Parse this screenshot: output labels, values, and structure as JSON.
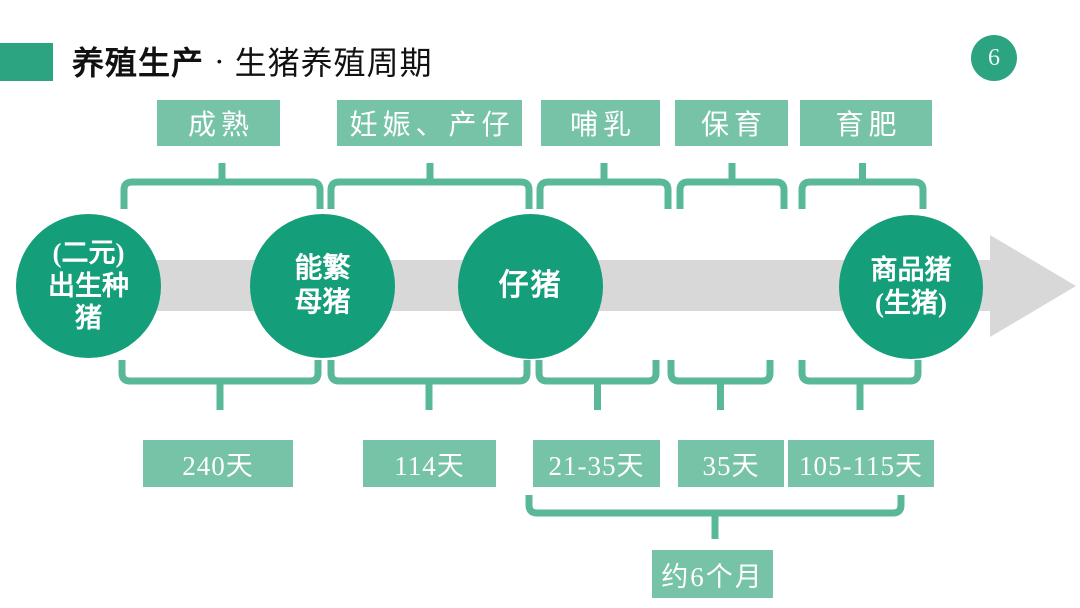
{
  "slide": {
    "page_number": "6",
    "title": {
      "section": "养殖生产",
      "separator": "·",
      "subtitle": "生猪养殖周期"
    }
  },
  "colors": {
    "node_green": "#149e79",
    "label_green": "#76c3a7",
    "brace_green": "#58b897",
    "accent_green": "#2ca381",
    "arrow_gray": "#d8d8d8",
    "text_on_green": "#ffffff",
    "title_text": "#111111"
  },
  "timeline": {
    "stages": [
      {
        "label": "成熟",
        "duration": "240天"
      },
      {
        "label": "妊娠、产仔",
        "duration": "114天"
      },
      {
        "label": "哺乳",
        "duration": "21-35天"
      },
      {
        "label": "保育",
        "duration": "35天"
      },
      {
        "label": "育肥",
        "duration": "105-115天"
      }
    ],
    "nodes": [
      {
        "name": "(二元)出生种猪",
        "lines": [
          "(二元)",
          "出生种",
          "猪"
        ]
      },
      {
        "name": "能繁母猪",
        "lines": [
          "能繁",
          "母猪"
        ]
      },
      {
        "name": "仔猪",
        "lines": [
          "仔猪"
        ]
      },
      {
        "name": "商品猪(生猪)",
        "lines": [
          "商品猪",
          "(生猪)"
        ]
      }
    ],
    "total_duration": "约6个月"
  }
}
